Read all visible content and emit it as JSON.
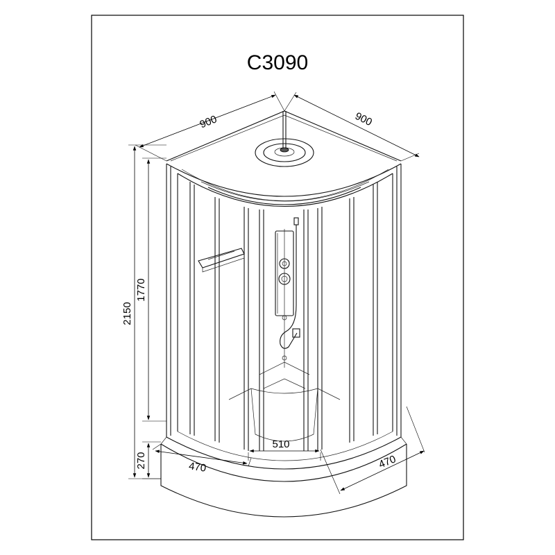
{
  "title": "C3090",
  "dimensions": {
    "top_left_width": "900",
    "top_right_width": "900",
    "total_height": "2150",
    "cabin_height": "1770",
    "tray_height": "270",
    "bottom_left_depth": "470",
    "bottom_right_depth": "470",
    "door_opening": "510"
  }
}
